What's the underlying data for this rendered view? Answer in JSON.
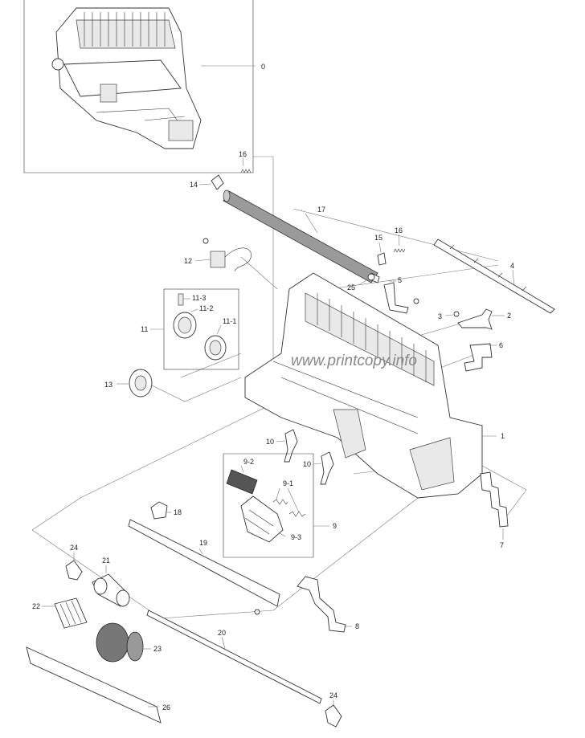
{
  "watermark": "www.printcopy.info",
  "callouts": {
    "c0": "0",
    "c1": "1",
    "c2": "2",
    "c3": "3",
    "c4": "4",
    "c5": "5",
    "c6": "6",
    "c7": "7",
    "c8": "8",
    "c9": "9",
    "c9_1": "9-1",
    "c9_2": "9-2",
    "c9_3": "9-3",
    "c10a": "10",
    "c10b": "10",
    "c11": "11",
    "c11_1": "11-1",
    "c11_2": "11-2",
    "c11_3": "11-3",
    "c12": "12",
    "c13": "13",
    "c14": "14",
    "c15": "15",
    "c16a": "16",
    "c16b": "16",
    "c17": "17",
    "c18": "18",
    "c19": "19",
    "c20": "20",
    "c21": "21",
    "c22": "22",
    "c23": "23",
    "c24a": "24",
    "c24b": "24",
    "c25": "25",
    "c26": "26"
  }
}
